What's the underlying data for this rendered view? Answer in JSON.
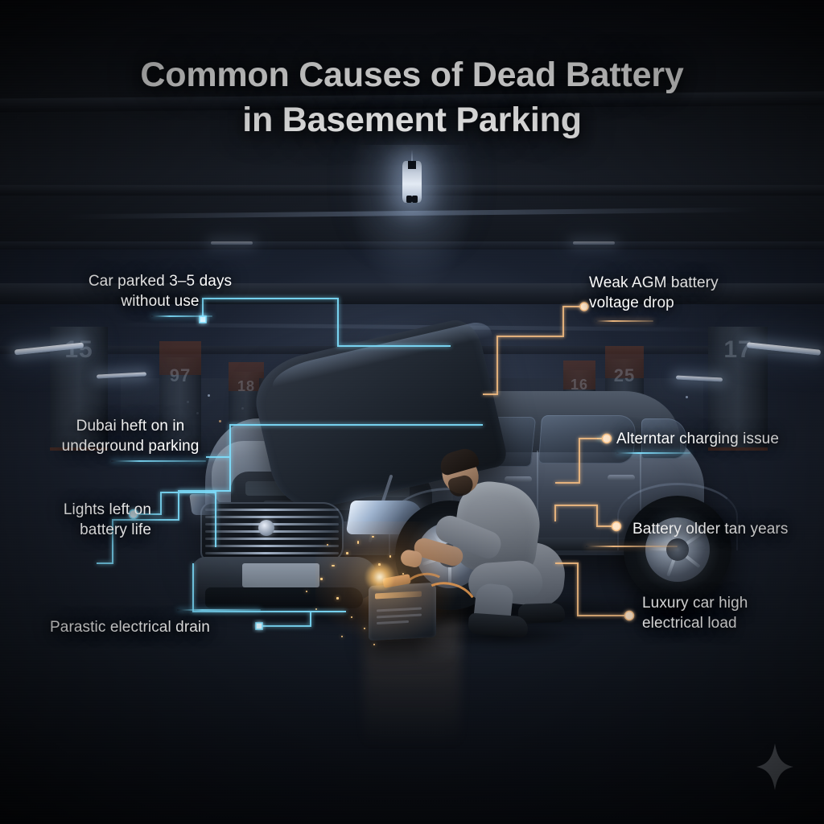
{
  "title": {
    "line1": "Common Causes of Dead Battery",
    "line2": "in Basement Parking",
    "full": "Common Causes of Dead Battery in Basement Parking"
  },
  "theme": {
    "background": "#0a0d14",
    "accent_cyan": "#7ee0ff",
    "accent_amber": "#f6be82",
    "text": "#ffffff",
    "spark": "#ffcf86"
  },
  "labels": {
    "left": [
      {
        "id": "parked-days",
        "text": "Car parked 3–5 days\nwithout use",
        "accent": "cyan"
      },
      {
        "id": "dubai-heat",
        "text": "Dubai heft on in\nundeground parking",
        "accent": "cyan"
      },
      {
        "id": "lights-left-on",
        "text": "Lights left on\nbattery life",
        "accent": "cyan"
      },
      {
        "id": "parasitic-drain",
        "text": "Parastic electrical drain",
        "accent": "cyan"
      }
    ],
    "right": [
      {
        "id": "weak-agm",
        "text": "Weak AGM battery\nvoltage drop",
        "accent": "amber"
      },
      {
        "id": "alternator",
        "text": "Alterntar charging issue",
        "accent": "amber"
      },
      {
        "id": "battery-age",
        "text": "Battery older tan years",
        "accent": "amber"
      },
      {
        "id": "electrical-load",
        "text": "Luxury car high\nelectrical load",
        "accent": "amber"
      }
    ]
  },
  "scene": {
    "pillar_numbers": [
      "15",
      "97",
      "18",
      "17",
      "16",
      "25",
      "17"
    ],
    "subject": "mechanic-jump-starting-luxury-sedan",
    "vehicle": "luxury-sedan-hood-open",
    "equipment": "portable-jump-starter"
  },
  "watermark": {
    "icon": "sparkle-icon"
  }
}
